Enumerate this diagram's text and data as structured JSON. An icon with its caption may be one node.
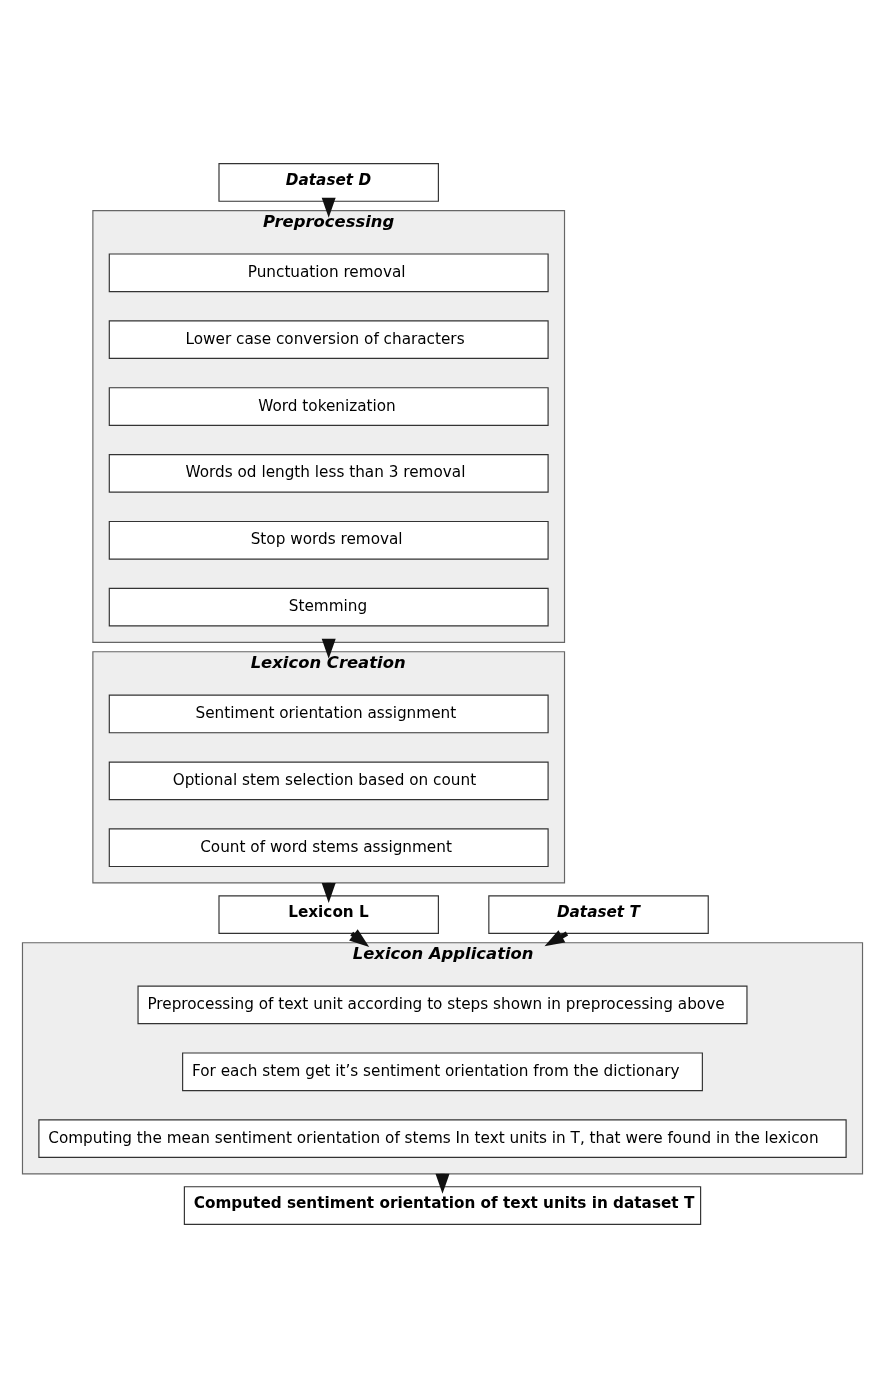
{
  "diagram": {
    "nodes": [
      {
        "text": [
          "Dataset D"
        ]
      },
      {
        "text": [
          "Preprocessing"
        ]
      },
      {
        "text": [
          "Punctuation removal"
        ],
        "in": 1
      },
      {
        "text": [
          "Lower case conversion of characters"
        ],
        "in": 1
      },
      {
        "text": [
          "Word tokenization"
        ],
        "in": 1
      },
      {
        "text": [
          "Words od length less than 3 removal"
        ],
        "in": 1
      },
      {
        "text": [
          "Stop words removal"
        ],
        "in": 1
      },
      {
        "text": [
          "Stemming"
        ],
        "in": 1
      },
      {
        "text": [
          "Lexicon Creation"
        ]
      },
      {
        "text": [
          "Sentiment orientation assignment"
        ],
        "in": 8
      },
      {
        "text": [
          "Optional stem selection based on count"
        ],
        "in": 8
      },
      {
        "text": [
          "Count of word stems assignment"
        ],
        "in": 8
      },
      {
        "text": [
          "Lexicon L"
        ]
      },
      {
        "text": [
          "Dataset T"
        ]
      },
      {
        "text": [
          "Lexicon Application"
        ]
      },
      {
        "text": [
          "Preprocessing of text unit according to steps shown in preprocessing above"
        ],
        "in": 14
      },
      {
        "text": [
          "For each stem get it’s sentiment orientation from the dictionary"
        ],
        "in": 14
      },
      {
        "text": [
          "Computing the mean sentiment orientation of stems In text units in T, that were found in the lexicon"
        ],
        "in": 14
      },
      {
        "text": [
          "Computed sentiment orientation of text units in dataset T"
        ]
      }
    ],
    "edges": [
      {
        "from": 0,
        "to": 1,
        "arrow": "to"
      },
      {
        "from": 1,
        "to": 8,
        "arrow": "to"
      },
      {
        "from": 8,
        "to": 12,
        "arrow": "to"
      },
      {
        "from": 12,
        "to": 14,
        "arrow": "to"
      },
      {
        "from": 13,
        "to": 14,
        "arrow": "to"
      },
      {
        "from": 14,
        "to": 18,
        "arrow": "to"
      }
    ]
  }
}
